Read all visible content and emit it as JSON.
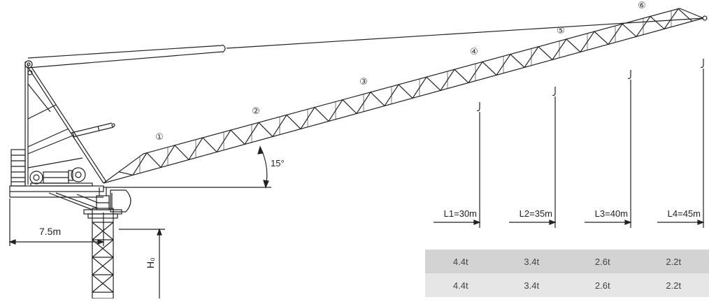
{
  "segments": [
    "①",
    "②",
    "③",
    "④",
    "⑤",
    "⑥"
  ],
  "angle_label": "15°",
  "counter_jib_dim": "7.5m",
  "height_label": "H₀",
  "radii": [
    {
      "label": "L1=30m"
    },
    {
      "label": "L2=35m"
    },
    {
      "label": "L3=40m"
    },
    {
      "label": "L4=45m"
    }
  ],
  "load_table": {
    "rows": [
      [
        "4.4t",
        "3.4t",
        "2.6t",
        "2.2t"
      ],
      [
        "4.4t",
        "3.4t",
        "2.6t",
        "2.2t"
      ]
    ]
  },
  "colors": {
    "line": "#222222",
    "row_dark": "#d3d3d3",
    "row_light": "#e6e6e6",
    "text": "#444444"
  }
}
